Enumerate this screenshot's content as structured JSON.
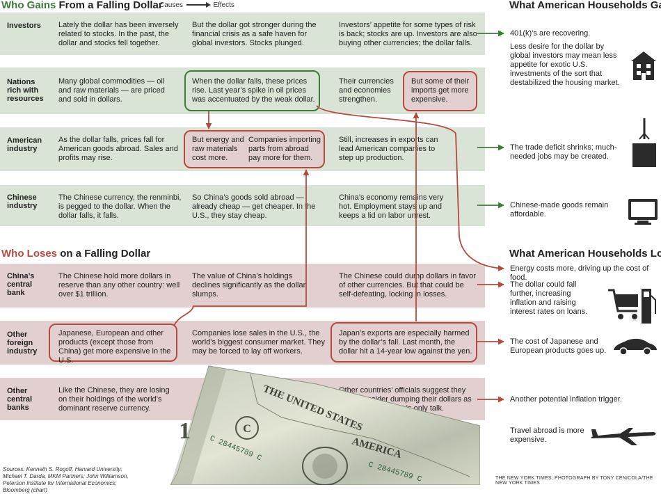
{
  "header": {
    "gains_left": "Who Gains",
    "gains_right": "From a Falling Dollar",
    "causes": "Causes",
    "effects": "Effects",
    "gains_households": "What American Households Gain",
    "loses_left": "Who Loses",
    "loses_right": "on a Falling Dollar",
    "loses_households": "What American Households Lose"
  },
  "rows": [
    {
      "label": "Investors",
      "c1": "Lately the dollar has been inversely related to stocks. In the past, the dollar and stocks fell together.",
      "c2": "But the dollar got stronger during the financial crisis as a safe haven for global investors. Stocks plunged.",
      "c3": "Investors’ appetite for some types of risk is back; stocks are up. Investors are also buying other currencies; the dollar falls."
    },
    {
      "label": "Nations rich with resources",
      "c1": "Many global commodities — oil and raw materials — are priced and sold in dollars.",
      "c2": "When the dollar falls, these prices rise. Last year’s spike in oil prices was accentuated by the weak dollar.",
      "c3a": "Their currencies and economies strengthen.",
      "c3b": "But some of their imports get more expensive."
    },
    {
      "label": "American industry",
      "c1": "As the dollar falls, prices fall for American goods abroad. Sales and profits may rise.",
      "c2a": "But energy and raw materials cost more.",
      "c2b": "Companies importing parts from abroad pay more for them.",
      "c3": "Still, increases in exports can lead American companies to step up production."
    },
    {
      "label": "Chinese industry",
      "c1": "The Chinese currency, the renminbi, is pegged to the dollar. When the dollar falls, it falls.",
      "c2": "So China’s goods sold abroad — already cheap — get cheaper. In the U.S., they stay cheap.",
      "c3": "China’s economy remains very hot. Employment stays up and keeps a lid on labor unrest."
    },
    {
      "label": "China’s central bank",
      "c1": "The Chinese hold more dollars in reserve than any other country: well over $1 trillion.",
      "c2": "The value of China’s holdings declines significantly as the dollar slumps.",
      "c3": "The Chinese could dump dollars in favor of other currencies. But that could be self-defeating, locking in losses."
    },
    {
      "label": "Other foreign industry",
      "c1": "Japanese, European and other products (except those from China) get more expensive in the U.S.",
      "c2": "Companies lose sales in the U.S., the world’s biggest consumer market. They may be forced to lay off workers.",
      "c3": "Japan’s exports are especially harmed by the dollar’s fall. Last month, the dollar hit a 14-year low against the yen."
    },
    {
      "label": "Other central banks",
      "c1": "Like the Chinese, they are losing on their holdings of the world’s dominant reserve currency.",
      "c3": "Other countries’ officials suggest they could consider dumping their dollars as well. But so far that is only talk."
    }
  ],
  "gains": [
    "401(k)’s are recovering.",
    "Less desire for the dollar by global investors may mean less appetite for exotic U.S. investments of the sort that destabilized the housing market.",
    "The trade deficit shrinks; much-needed jobs may be created.",
    "Chinese-made goods remain affordable."
  ],
  "losses": [
    "Energy costs more, driving up the cost of food.",
    "The dollar could fall further, increasing inflation and raising interest rates on loans.",
    "The cost of Japanese and European products goes up.",
    "Another potential inflation trigger.",
    "Travel abroad is more expensive."
  ],
  "bill": {
    "serial": "C 28445789 C",
    "text1": "THE UNITED STATES",
    "text2": "AMERICA",
    "letter": "C",
    "denom": "1"
  },
  "sources": "Sources: Kenneth S. Rogoff, Harvard University; Michael T. Darda, MKM Partners; John Williamson, Peterson Institute for International Economics; Bloomberg (chart)",
  "credit": "THE NEW YORK TIMES; PHOTOGRAPH BY TONY CENICOLA/THE NEW YORK TIMES",
  "colors": {
    "green": "#3e7a3a",
    "red": "#b64a3e",
    "green_band": "#d9e3d6",
    "pink_band": "#e2cfcf"
  },
  "icons": [
    "house-icon",
    "crane-crate-icon",
    "tv-icon",
    "cart-gas-pump-icon",
    "car-icon",
    "airplane-icon"
  ]
}
